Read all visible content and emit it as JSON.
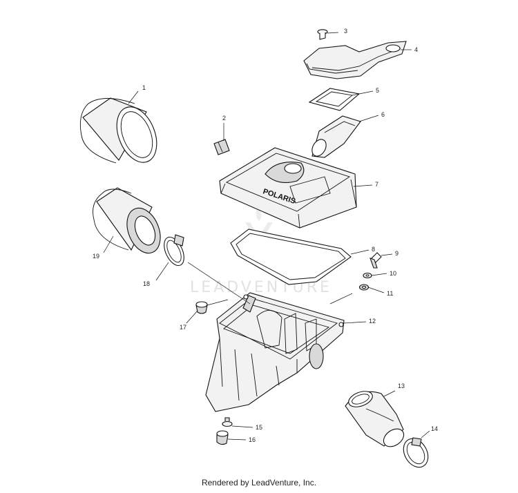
{
  "diagram": {
    "watermark": "LEADVENTURE",
    "footer_credit": "Rendered by LeadVenture, Inc.",
    "callouts": [
      {
        "id": "c3",
        "label": "3"
      },
      {
        "id": "c4",
        "label": "4"
      },
      {
        "id": "c1",
        "label": "1"
      },
      {
        "id": "c5",
        "label": "5"
      },
      {
        "id": "c2",
        "label": "2"
      },
      {
        "id": "c6",
        "label": "6"
      },
      {
        "id": "c7",
        "label": "7"
      },
      {
        "id": "c19",
        "label": "19"
      },
      {
        "id": "c8",
        "label": "8"
      },
      {
        "id": "c9",
        "label": "9"
      },
      {
        "id": "c10",
        "label": "10"
      },
      {
        "id": "c18",
        "label": "18"
      },
      {
        "id": "c11",
        "label": "11"
      },
      {
        "id": "c17",
        "label": "17"
      },
      {
        "id": "c12",
        "label": "12"
      },
      {
        "id": "c13",
        "label": "13"
      },
      {
        "id": "c15",
        "label": "15"
      },
      {
        "id": "c14",
        "label": "14"
      },
      {
        "id": "c16",
        "label": "16"
      }
    ],
    "cover_logo_text": "POLARIS"
  }
}
